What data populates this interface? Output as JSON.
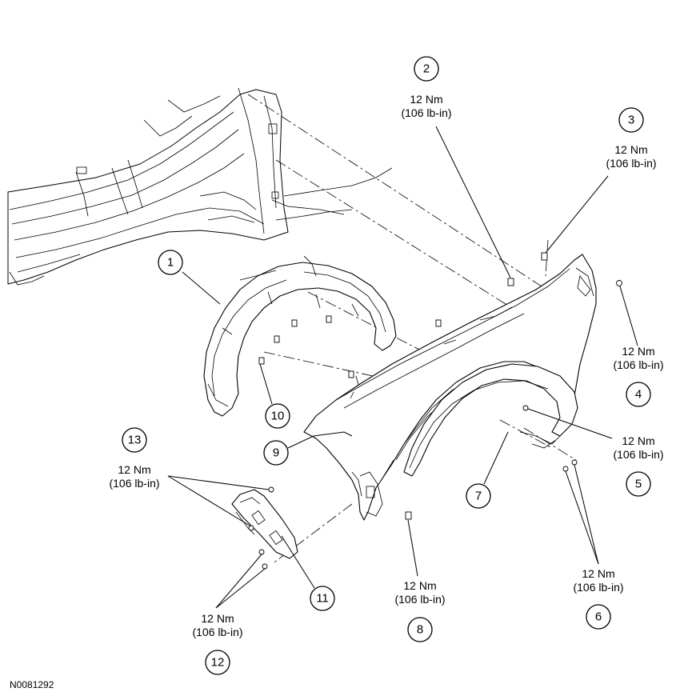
{
  "figure_code": "N0081292",
  "callouts": [
    {
      "num": "1",
      "torque": "",
      "torque_imperial": ""
    },
    {
      "num": "2",
      "torque": "12 Nm",
      "torque_imperial": "(106 lb-in)"
    },
    {
      "num": "3",
      "torque": "12 Nm",
      "torque_imperial": "(106 lb-in)"
    },
    {
      "num": "4",
      "torque": "12 Nm",
      "torque_imperial": "(106 lb-in)"
    },
    {
      "num": "5",
      "torque": "12 Nm",
      "torque_imperial": "(106 lb-in)"
    },
    {
      "num": "6",
      "torque": "12 Nm",
      "torque_imperial": "(106 lb-in)"
    },
    {
      "num": "7",
      "torque": "",
      "torque_imperial": ""
    },
    {
      "num": "8",
      "torque": "12 Nm",
      "torque_imperial": "(106 lb-in)"
    },
    {
      "num": "9",
      "torque": "",
      "torque_imperial": ""
    },
    {
      "num": "10",
      "torque": "",
      "torque_imperial": ""
    },
    {
      "num": "11",
      "torque": "",
      "torque_imperial": ""
    },
    {
      "num": "12",
      "torque": "12 Nm",
      "torque_imperial": "(106 lb-in)"
    },
    {
      "num": "13",
      "torque": "12 Nm",
      "torque_imperial": "(106 lb-in)"
    }
  ]
}
